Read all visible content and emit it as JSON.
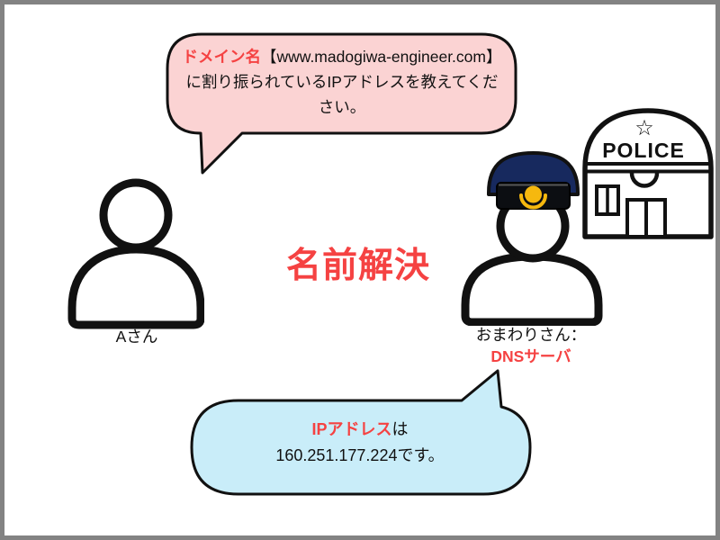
{
  "title": {
    "text": "名前解決"
  },
  "request_bubble": {
    "line1_highlight": "ドメイン名",
    "line1_rest": "【www.madogiwa-engineer.com】",
    "line2": "に割り振られているIPアドレスを教えてくだ",
    "line3": "さい。"
  },
  "answer_bubble": {
    "line1_highlight": "IPアドレス",
    "line1_rest": "は",
    "line2": "160.251.177.224です。"
  },
  "person_a": {
    "label": "Aさん"
  },
  "officer": {
    "label": "おまわりさん：",
    "sublabel": "DNSサーバ"
  },
  "police_station": {
    "sign": "POLICE",
    "star": "☆"
  },
  "colors": {
    "accent_red": "#f54242",
    "request_bubble_fill": "#fbd3d3",
    "answer_bubble_fill": "#c9edf9",
    "cap_navy": "#17295e",
    "badge_gold": "#f6b80e",
    "outline_black": "#111111",
    "frame_gray": "#838383"
  }
}
